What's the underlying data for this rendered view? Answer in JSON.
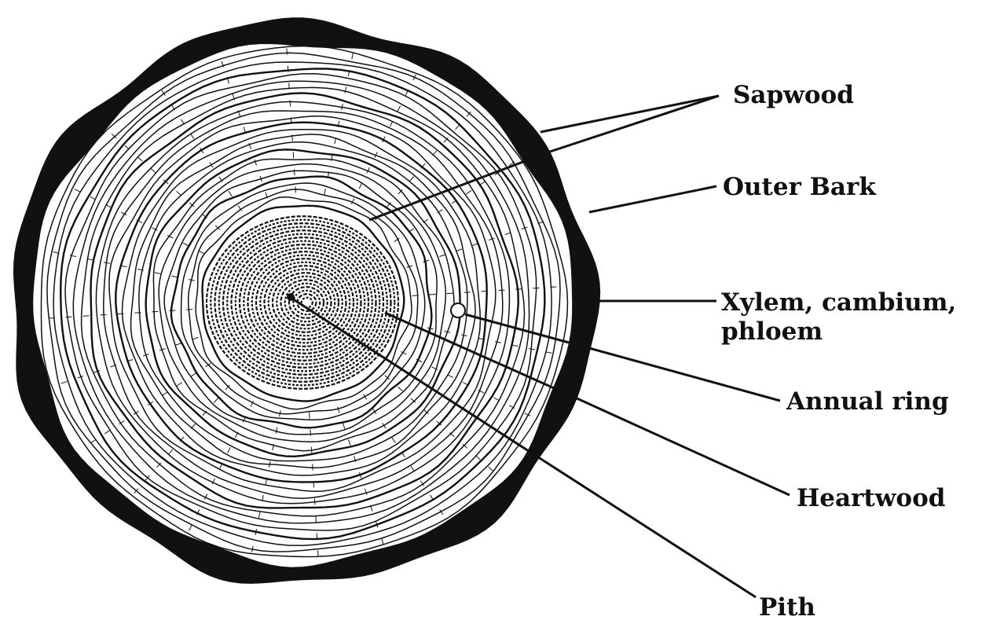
{
  "diagram": {
    "subject": "cross-section of a tree trunk",
    "colors": {
      "ink": "#111111",
      "background": "#ffffff"
    },
    "labels": {
      "sapwood": "Sapwood",
      "outer_bark": "Outer Bark",
      "xylem_line1": "Xylem, cambium,",
      "xylem_line2": "phloem",
      "annual_ring": "Annual ring",
      "heartwood": "Heartwood",
      "pith": "Pith"
    }
  }
}
